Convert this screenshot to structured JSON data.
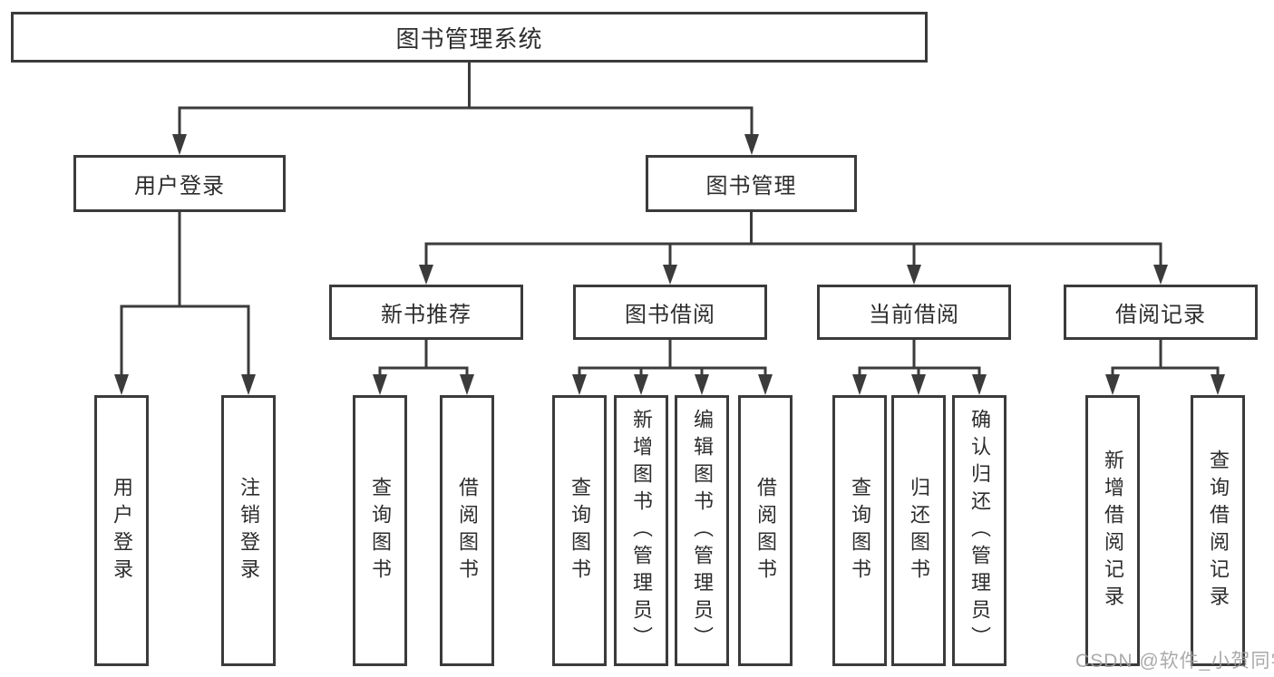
{
  "diagram": {
    "root": "图书管理系统",
    "level2": {
      "user_login": "用户登录",
      "book_mgmt": "图书管理"
    },
    "level3": {
      "new_book_rec": "新书推荐",
      "book_borrow": "图书借阅",
      "current_borrow": "当前借阅",
      "borrow_records": "借阅记录"
    },
    "leaves": {
      "user_login_children": [
        "用户登录",
        "注销登录"
      ],
      "new_book_rec_children": [
        "查询图书",
        "借阅图书"
      ],
      "book_borrow_children": [
        "查询图书",
        "新增图书（管理员）",
        "编辑图书（管理员）",
        "借阅图书"
      ],
      "current_borrow_children": [
        "查询图书",
        "归还图书",
        "确认归还（管理员）"
      ],
      "borrow_records_children": [
        "新增借阅记录",
        "查询借阅记录"
      ]
    }
  },
  "watermark": "CSDN @软件_小贺同学",
  "colors": {
    "line": "#3b3b3b",
    "box_border": "#3b3b3b",
    "text": "#2d2d2d",
    "watermark": "#9e9e9e",
    "background": "#ffffff"
  }
}
